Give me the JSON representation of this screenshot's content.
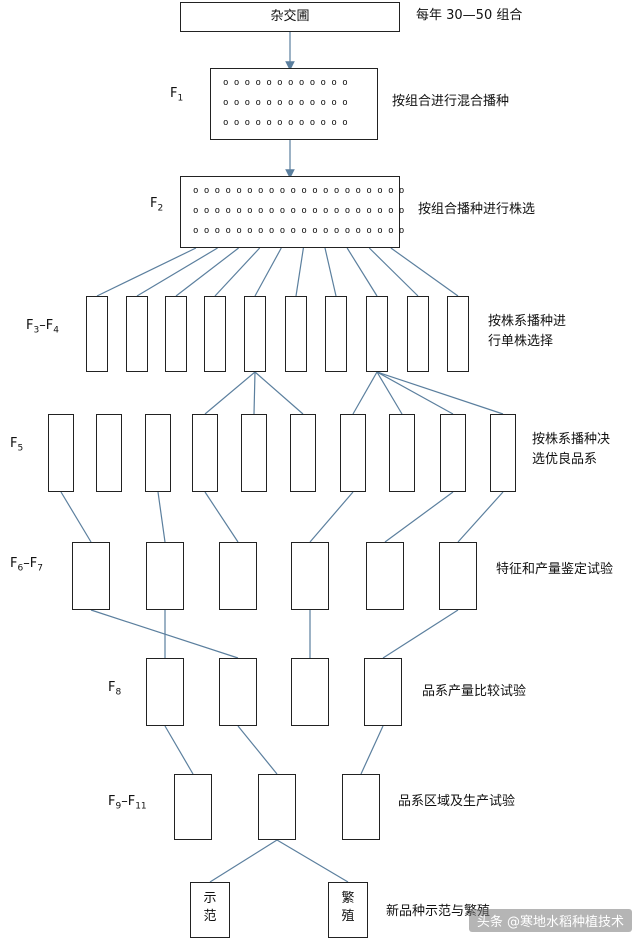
{
  "top": {
    "title": "杂交圃",
    "note": "每年 30—50 组合"
  },
  "generations": {
    "f1": {
      "label": "F",
      "sub": "1"
    },
    "f2": {
      "label": "F",
      "sub": "2"
    },
    "f3_f4": {
      "label": "F",
      "sub_a": "3",
      "dash": "–F",
      "sub_b": "4"
    },
    "f5": {
      "label": "F",
      "sub": "5"
    },
    "f6_f7": {
      "label": "F",
      "sub_a": "6",
      "dash": "–F",
      "sub_b": "7"
    },
    "f8": {
      "label": "F",
      "sub": "8"
    },
    "f9_f11": {
      "label": "F",
      "sub_a": "9",
      "dash": "–F",
      "sub_b": "11"
    }
  },
  "steps": {
    "f1": "按组合进行混合播种",
    "f2": "按组合播种进行株选",
    "f3_f4_line1": "按株系播种进",
    "f3_f4_line2": "行单株选择",
    "f5_line1": "按株系播种决",
    "f5_line2": "选优良品系",
    "f6_f7": "特征和产量鉴定试验",
    "f8": "品系产量比较试验",
    "f9_f11": "品系区域及生产试验",
    "final": "新品种示范与繁殖"
  },
  "dot_rows": {
    "f1": "o o o o o o o o o o o o",
    "f2": "o o o o o o o o o o o o o o o o o o o o"
  },
  "final_boxes": {
    "demo_line1": "示",
    "demo_line2": "范",
    "breed_line1": "繁",
    "breed_line2": "殖"
  },
  "watermark": "头条 @寒地水稻种植技术",
  "colors": {
    "line": "#5b7f9e",
    "border": "#222222"
  }
}
